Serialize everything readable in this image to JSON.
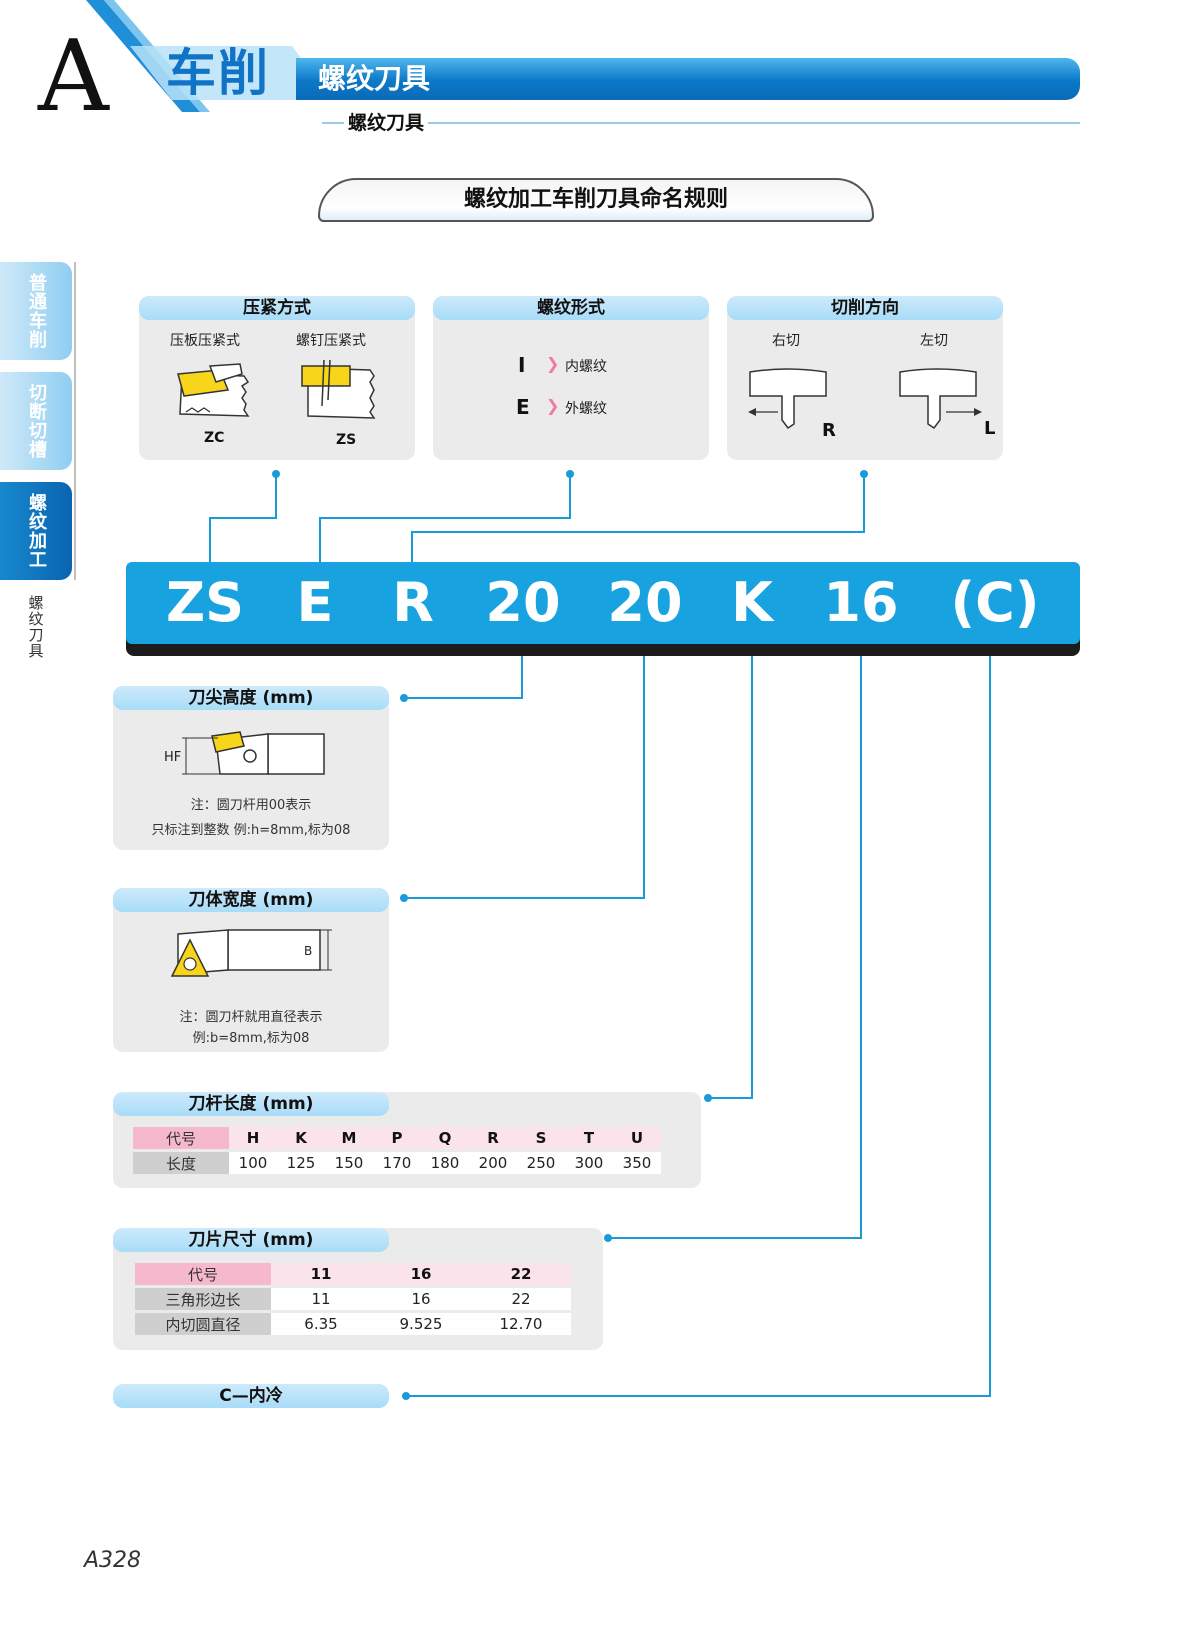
{
  "header": {
    "letter": "A",
    "section": "车削",
    "bar_title": "螺纹刀具",
    "sub_title": "螺纹刀具"
  },
  "side_tabs": [
    {
      "label": "普通车削"
    },
    {
      "label": "切断切槽"
    },
    {
      "label": "螺纹加工"
    },
    {
      "label": "螺纹刀具"
    }
  ],
  "title": "螺纹加工车削刀具命名规则",
  "clamping": {
    "heading": "压紧方式",
    "left_label": "压板压紧式",
    "right_label": "螺钉压紧式",
    "left_code": "ZC",
    "right_code": "ZS"
  },
  "thread_form": {
    "heading": "螺纹形式",
    "items": [
      {
        "code": "I",
        "label": "内螺纹"
      },
      {
        "code": "E",
        "label": "外螺纹"
      }
    ]
  },
  "direction": {
    "heading": "切削方向",
    "right_label": "右切",
    "left_label": "左切",
    "right_code": "R",
    "left_code": "L"
  },
  "code_segments": [
    "ZS",
    "E",
    "R",
    "20",
    "20",
    "K",
    "16",
    "(C)"
  ],
  "tip_height": {
    "heading": "刀尖高度 (mm)",
    "dim": "HF",
    "note1": "注：圆刀杆用00表示",
    "note2": "只标注到整数  例:h=8mm,标为08"
  },
  "body_width": {
    "heading": "刀体宽度 (mm)",
    "dim": "B",
    "note1": "注：圆刀杆就用直径表示",
    "note2": "例:b=8mm,标为08"
  },
  "shank_length": {
    "heading": "刀杆长度 (mm)",
    "code_label": "代号",
    "length_label": "长度",
    "codes": [
      "H",
      "K",
      "M",
      "P",
      "Q",
      "R",
      "S",
      "T",
      "U"
    ],
    "lengths": [
      "100",
      "125",
      "150",
      "170",
      "180",
      "200",
      "250",
      "300",
      "350"
    ]
  },
  "insert_size": {
    "heading": "刀片尺寸 (mm)",
    "code_label": "代号",
    "edge_label": "三角形边长",
    "circle_label": "内切圆直径",
    "codes": [
      "11",
      "16",
      "22"
    ],
    "edges": [
      "11",
      "16",
      "22"
    ],
    "circles": [
      "6.35",
      "9.525",
      "12.70"
    ]
  },
  "coolant": {
    "label": "C—内冷"
  },
  "page_number": "A328",
  "colors": {
    "accent": "#19a2e0",
    "dark_blue": "#0a6bb6",
    "pink": "#f5b8cc",
    "insert_yellow": "#f6d51a"
  }
}
